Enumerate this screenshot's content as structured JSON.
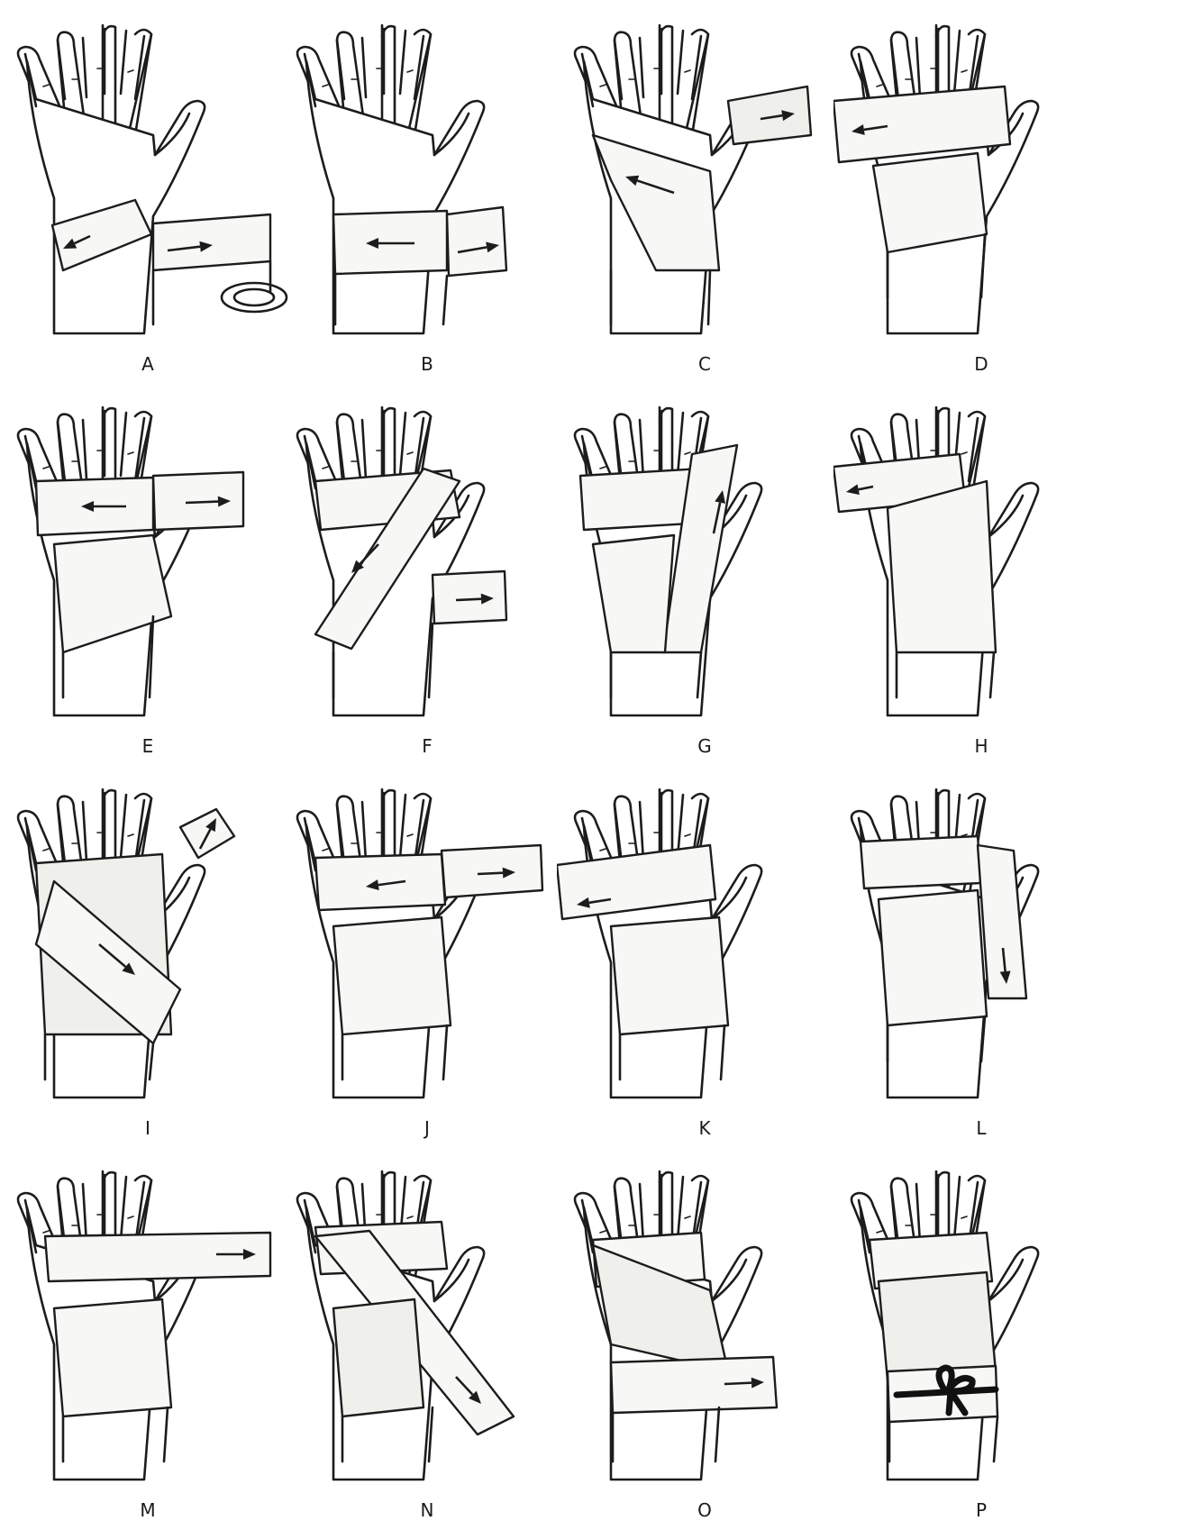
{
  "steps": [
    {
      "id": "A",
      "label": "A"
    },
    {
      "id": "B",
      "label": "B"
    },
    {
      "id": "C",
      "label": "C"
    },
    {
      "id": "D",
      "label": "D"
    },
    {
      "id": "E",
      "label": "E"
    },
    {
      "id": "F",
      "label": "F"
    },
    {
      "id": "G",
      "label": "G"
    },
    {
      "id": "H",
      "label": "H"
    },
    {
      "id": "I",
      "label": "I"
    },
    {
      "id": "J",
      "label": "J"
    },
    {
      "id": "K",
      "label": "K"
    },
    {
      "id": "L",
      "label": "L"
    },
    {
      "id": "M",
      "label": "M"
    },
    {
      "id": "N",
      "label": "N"
    },
    {
      "id": "O",
      "label": "O"
    },
    {
      "id": "P",
      "label": "P"
    }
  ]
}
